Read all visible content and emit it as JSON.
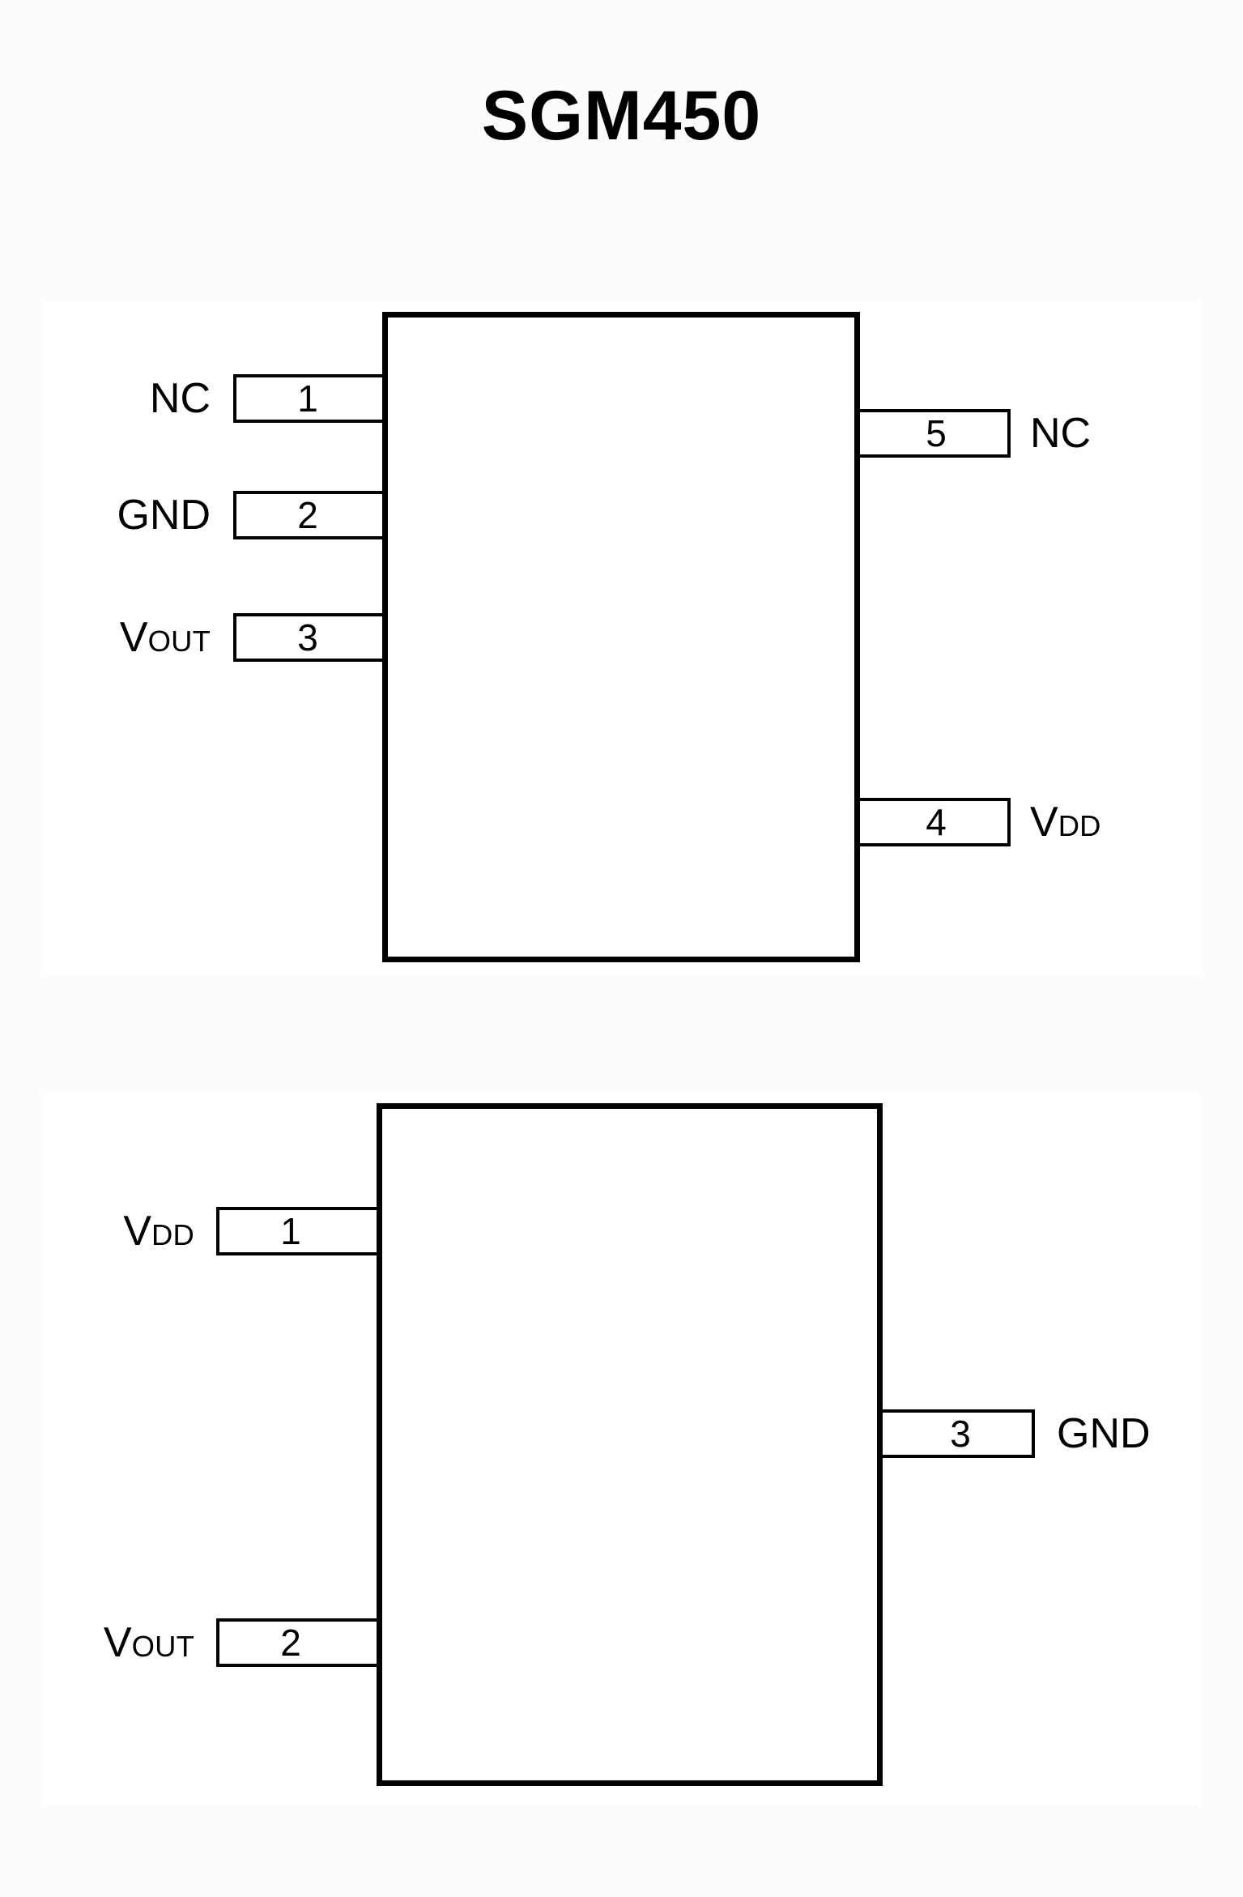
{
  "title": "SGM450",
  "colors": {
    "page_background": "#fcfcfc",
    "panel_background": "#ffffff",
    "line": "#000000",
    "text": "#000000"
  },
  "packages": [
    {
      "id": "package-5-pin",
      "pin_count": 5,
      "pins": [
        {
          "number": "1",
          "name": "NC",
          "name_base": "NC",
          "name_sub": "",
          "side": "left"
        },
        {
          "number": "2",
          "name": "GND",
          "name_base": "GND",
          "name_sub": "",
          "side": "left"
        },
        {
          "number": "3",
          "name": "VOUT",
          "name_base": "V",
          "name_sub": "OUT",
          "side": "left"
        },
        {
          "number": "4",
          "name": "VDD",
          "name_base": "V",
          "name_sub": "DD",
          "side": "right"
        },
        {
          "number": "5",
          "name": "NC",
          "name_base": "NC",
          "name_sub": "",
          "side": "right"
        }
      ]
    },
    {
      "id": "package-3-pin",
      "pin_count": 3,
      "pins": [
        {
          "number": "1",
          "name": "VDD",
          "name_base": "V",
          "name_sub": "DD",
          "side": "left"
        },
        {
          "number": "2",
          "name": "VOUT",
          "name_base": "V",
          "name_sub": "OUT",
          "side": "left"
        },
        {
          "number": "3",
          "name": "GND",
          "name_base": "GND",
          "name_sub": "",
          "side": "right"
        }
      ]
    }
  ]
}
